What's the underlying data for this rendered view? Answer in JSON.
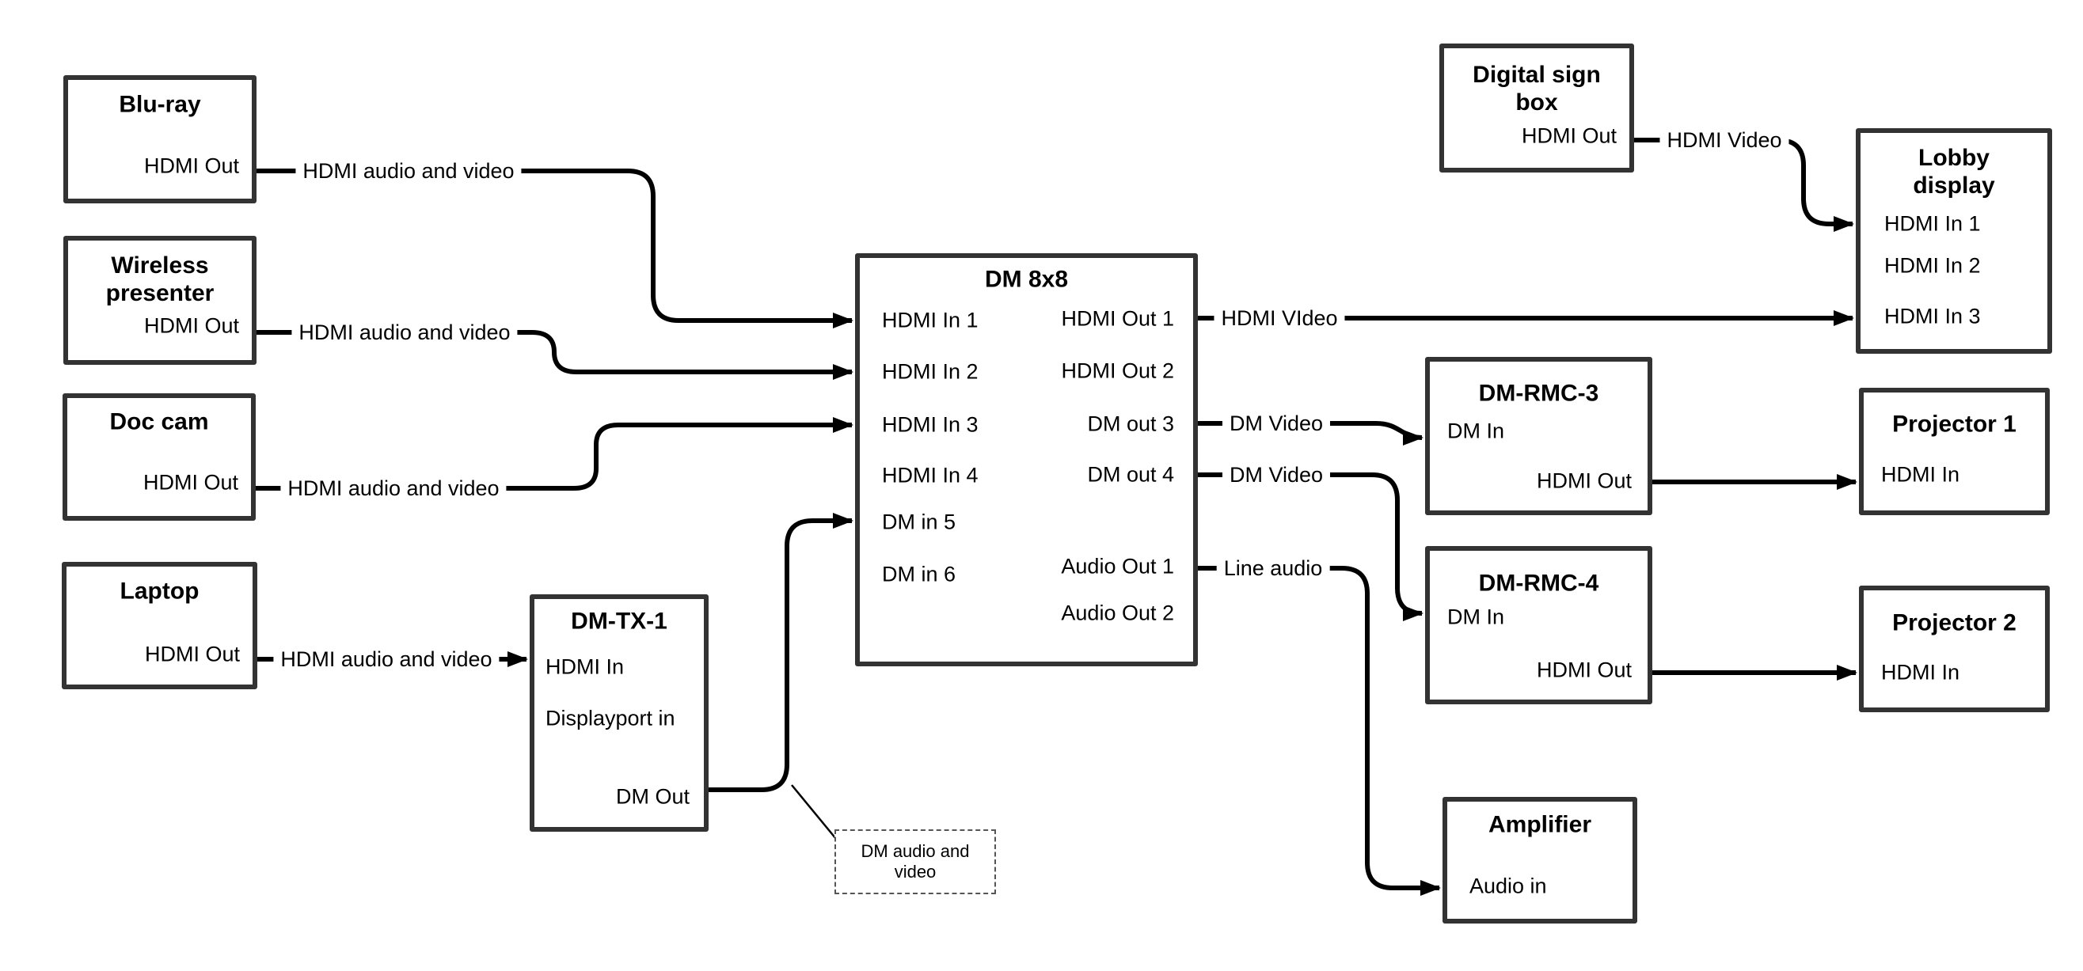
{
  "diagram": {
    "colors": {
      "background": "#ffffff",
      "box_border": "#333333",
      "line": "#000000",
      "text": "#000000"
    },
    "boxes": {
      "bluray": {
        "title": "Blu-ray",
        "ports": {
          "hdmi_out": "HDMI Out"
        }
      },
      "wireless": {
        "title": "Wireless presenter",
        "ports": {
          "hdmi_out": "HDMI Out"
        }
      },
      "doccam": {
        "title": "Doc cam",
        "ports": {
          "hdmi_out": "HDMI Out"
        }
      },
      "laptop": {
        "title": "Laptop",
        "ports": {
          "hdmi_out": "HDMI Out"
        }
      },
      "dmtx1": {
        "title": "DM-TX-1",
        "ports": {
          "hdmi_in": "HDMI In",
          "displayport_in": "Displayport in",
          "dm_out": "DM Out"
        }
      },
      "dm8x8": {
        "title": "DM 8x8",
        "ports": {
          "hdmi_in_1": "HDMI In 1",
          "hdmi_in_2": "HDMI In 2",
          "hdmi_in_3": "HDMI In 3",
          "hdmi_in_4": "HDMI In 4",
          "dm_in_5": "DM in 5",
          "dm_in_6": "DM in 6",
          "hdmi_out_1": "HDMI Out 1",
          "hdmi_out_2": "HDMI Out 2",
          "dm_out_3": "DM out 3",
          "dm_out_4": "DM out 4",
          "audio_out_1": "Audio Out 1",
          "audio_out_2": "Audio Out 2"
        }
      },
      "digisign": {
        "title": "Digital sign box",
        "ports": {
          "hdmi_out": "HDMI Out"
        }
      },
      "lobby": {
        "title": "Lobby display",
        "ports": {
          "hdmi_in_1": "HDMI In 1",
          "hdmi_in_2": "HDMI In 2",
          "hdmi_in_3": "HDMI In 3"
        }
      },
      "dmrmc3": {
        "title": "DM-RMC-3",
        "ports": {
          "dm_in": "DM In",
          "hdmi_out": "HDMI Out"
        }
      },
      "proj1": {
        "title": "Projector 1",
        "ports": {
          "hdmi_in": "HDMI In"
        }
      },
      "dmrmc4": {
        "title": "DM-RMC-4",
        "ports": {
          "dm_in": "DM In",
          "hdmi_out": "HDMI Out"
        }
      },
      "proj2": {
        "title": "Projector 2",
        "ports": {
          "hdmi_in": "HDMI In"
        }
      },
      "amplifier": {
        "title": "Amplifier",
        "ports": {
          "audio_in": "Audio in"
        }
      }
    },
    "connection_labels": {
      "bluray": "HDMI audio and video",
      "wireless": "HDMI audio and video",
      "doccam": "HDMI audio and video",
      "laptop": "HDMI audio and video",
      "hdmi_out_1": "HDMI VIdeo",
      "dm_out_3": "DM Video",
      "dm_out_4": "DM Video",
      "audio_out_1": "Line audio",
      "digisign": "HDMI Video"
    },
    "note": {
      "text": "DM audio and video"
    }
  }
}
